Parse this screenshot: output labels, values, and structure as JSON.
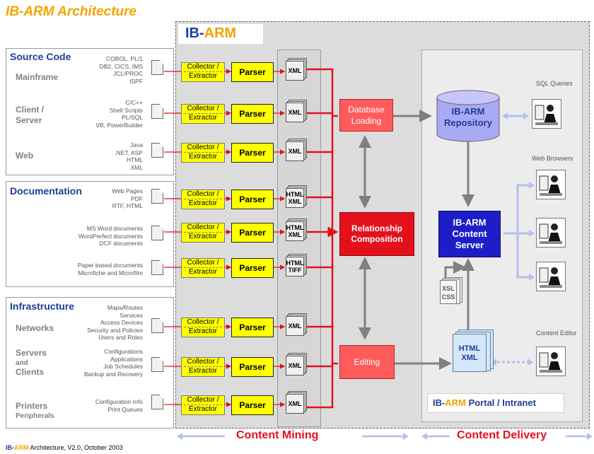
{
  "title": "IB-ARM Architecture",
  "ibarm_label": {
    "prefix": "IB-",
    "accent": "ARM"
  },
  "source_panel": {
    "title": "Source Code",
    "groups": [
      {
        "name": "Mainframe",
        "techs": [
          "COBOL, PL/1",
          "DB2, CICS, IMS",
          "JCL/PROC",
          "ISPF"
        ]
      },
      {
        "name_lines": [
          "Client /",
          "Server"
        ],
        "techs": [
          "C/C++",
          "Shell Scripts",
          "PL/SQL",
          "VB, PowerBuilder"
        ]
      },
      {
        "name": "Web",
        "techs": [
          "Java",
          ".NET, ASP",
          "HTML",
          "XML"
        ]
      }
    ]
  },
  "doc_panel": {
    "title": "Documentation",
    "groups": [
      {
        "techs": [
          "Web Pages",
          "PDF",
          "RTF, HTML"
        ]
      },
      {
        "techs": [
          "MS Word documents",
          "WordPerfect documents",
          "DCF documents"
        ]
      },
      {
        "techs": [
          "Paper based documents",
          "Microfiche and Microfilm"
        ]
      }
    ]
  },
  "infra_panel": {
    "title": "Infrastructure",
    "groups": [
      {
        "name": "Networks",
        "techs": [
          "Maps/Routes",
          "Services",
          "Access Devices",
          "Security and Policies",
          "Users and Roles"
        ]
      },
      {
        "name_lines": [
          "Servers",
          "and",
          "Clients"
        ],
        "techs": [
          "Configurations",
          "Applications",
          "Job Schedules",
          "Backup and Recovery"
        ]
      },
      {
        "name_lines": [
          "Printers",
          "Peripherals"
        ],
        "techs": [
          "Configuration Info",
          "Print Queues"
        ]
      }
    ]
  },
  "pipeline": {
    "collector_lines": [
      "Collector /",
      "Extractor"
    ],
    "parser": "Parser",
    "outputs": [
      [
        "XML"
      ],
      [
        "XML"
      ],
      [
        "XML"
      ],
      [
        "HTML",
        "XML"
      ],
      [
        "HTML",
        "XML"
      ],
      [
        "HTML",
        "TIFF"
      ],
      [
        "XML"
      ],
      [
        "XML"
      ],
      [
        "XML"
      ]
    ]
  },
  "db_loading": [
    "Database",
    "Loading"
  ],
  "relationship": [
    "Relationship",
    "Composition"
  ],
  "editing": "Editing",
  "repository": [
    "IB-ARM",
    "Repository"
  ],
  "content_server": [
    "IB-ARM",
    "Content",
    "Server"
  ],
  "xsl_css": [
    "XSL",
    "CSS"
  ],
  "html_xml": [
    "HTML",
    "XML"
  ],
  "portal_label": {
    "prefix": "IB-",
    "accent": "ARM",
    "suffix": " Portal / Intranet"
  },
  "clients": {
    "sql": "SQL Queries",
    "web": "Web Browsers",
    "editor": "Content Editor"
  },
  "bottom": {
    "mining": "Content Mining",
    "delivery": "Content Delivery"
  },
  "footer": {
    "prefix": "IB-",
    "accent": "ARM",
    "rest": " Architecture, V2.0, October 2003"
  },
  "colors": {
    "orange": "#f4a300",
    "blue": "#1f3d9c",
    "red": "#e4101c",
    "yellow": "#ffff00",
    "server": "#1e1ec8"
  }
}
